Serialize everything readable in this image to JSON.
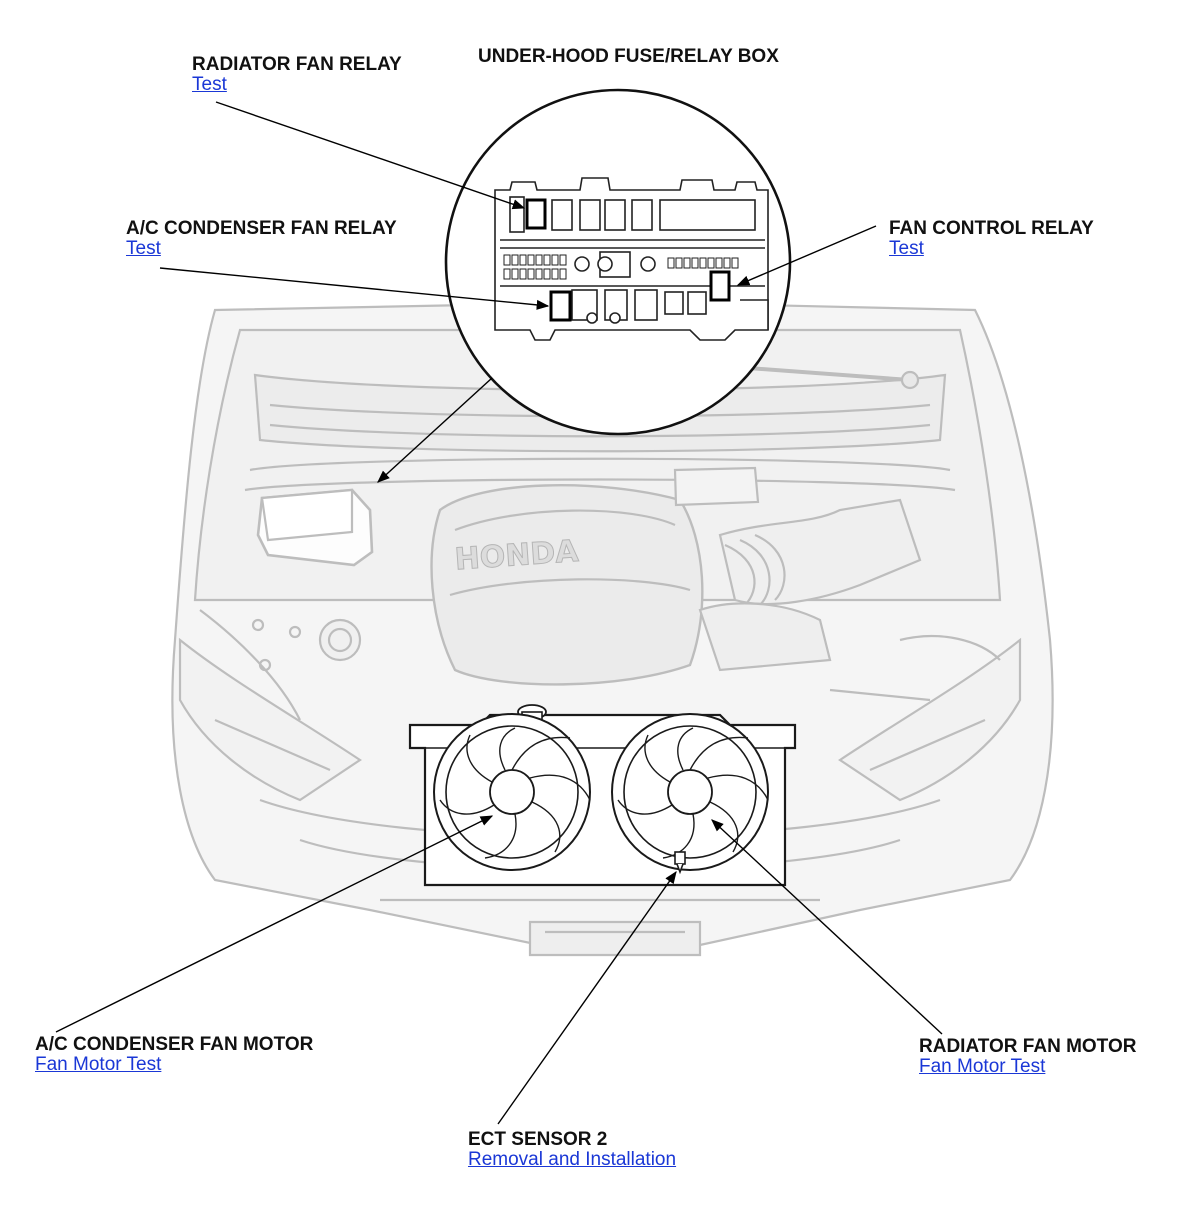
{
  "diagram": {
    "title": "UNDER-HOOD FUSE/RELAY BOX",
    "labels": {
      "radiator_fan_relay": {
        "name": "RADIATOR FAN RELAY",
        "link": "Test"
      },
      "ac_condenser_fan_relay": {
        "name": "A/C CONDENSER FAN RELAY",
        "link": "Test"
      },
      "fan_control_relay": {
        "name": "FAN CONTROL RELAY",
        "link": "Test"
      },
      "ac_condenser_fan_motor": {
        "name": "A/C CONDENSER FAN MOTOR",
        "link": "Fan Motor Test"
      },
      "radiator_fan_motor": {
        "name": "RADIATOR FAN MOTOR",
        "link": "Fan Motor Test"
      },
      "ect_sensor_2": {
        "name": "ECT SENSOR 2",
        "link": "Removal and Installation"
      }
    },
    "engine_cover_text": "HONDA",
    "colors": {
      "link": "#1a37d6",
      "text": "#111111",
      "car_line": "#b8b8b8",
      "callout": "#000000"
    }
  }
}
